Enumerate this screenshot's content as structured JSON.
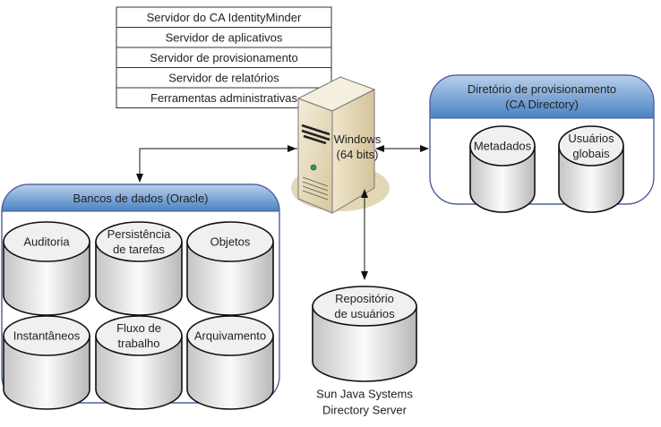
{
  "server_roles": [
    "Servidor do CA IdentityMinder",
    "Servidor de aplicativos",
    "Servidor de provisionamento",
    "Servidor de relatórios",
    "Ferramentas administrativas"
  ],
  "server": {
    "icon": "server-tower-icon",
    "label_lines": [
      "Windows",
      "(64 bits)"
    ]
  },
  "provisioning_directory": {
    "title_lines": [
      "Diretório de provisionamento",
      "(CA Directory)"
    ],
    "databases": [
      {
        "lines": [
          "Metadados"
        ]
      },
      {
        "lines": [
          "Usuários",
          "globais"
        ]
      }
    ]
  },
  "databases_group": {
    "title": "Bancos de dados (Oracle)",
    "databases": [
      {
        "lines": [
          "Auditoria"
        ]
      },
      {
        "lines": [
          "Persistência",
          "de tarefas"
        ]
      },
      {
        "lines": [
          "Objetos"
        ]
      },
      {
        "lines": [
          "Instantâneos"
        ]
      },
      {
        "lines": [
          "Fluxo de",
          "trabalho"
        ]
      },
      {
        "lines": [
          "Arquivamento"
        ]
      }
    ]
  },
  "user_repository": {
    "lines": [
      "Repositório",
      "de usuários"
    ],
    "caption_lines": [
      "Sun Java Systems",
      "Directory Server"
    ]
  },
  "colors": {
    "group_header_top": "#a9c5e6",
    "group_header_bottom": "#4f86c4",
    "group_border": "#4a5a9a",
    "cylinder_light": "#f4f4f4",
    "cylinder_dark": "#bdbdbd",
    "server_body": "#e8dcc0",
    "shadow": "#e0d4b4"
  }
}
